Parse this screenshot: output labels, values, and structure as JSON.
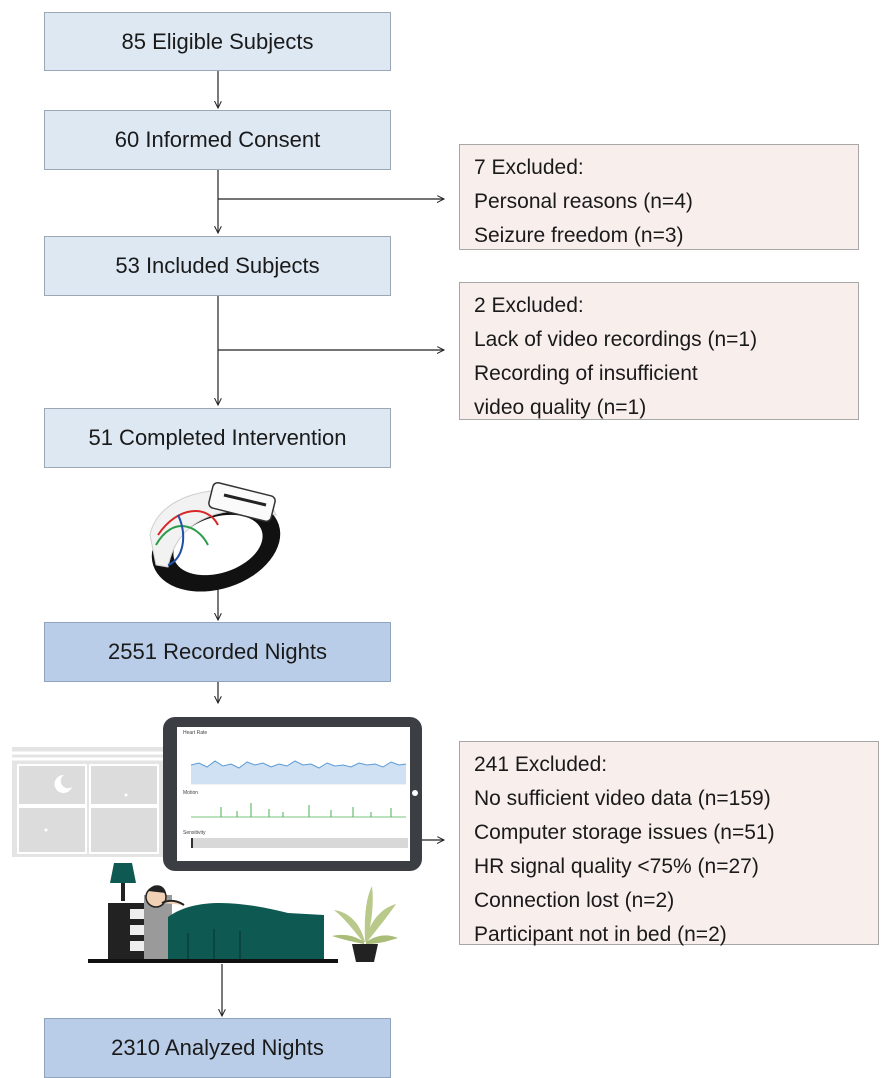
{
  "boxes": {
    "eligible": "85 Eligible Subjects",
    "consent": "60 Informed Consent",
    "included": "53 Included Subjects",
    "completed": "51 Completed Intervention",
    "recorded": "2551 Recorded Nights",
    "analyzed": "2310 Analyzed Nights"
  },
  "exclusions": {
    "first": {
      "title": "7 Excluded:",
      "lines": [
        "Personal reasons (n=4)",
        "Seizure freedom (n=3)"
      ]
    },
    "second": {
      "title": "2 Excluded:",
      "lines": [
        "Lack of video recordings (n=1)",
        "Recording of insufficient",
        "video quality (n=1)"
      ]
    },
    "third": {
      "title": "241 Excluded:",
      "lines": [
        "No sufficient video data (n=159)",
        "Computer storage issues (n=51)",
        "HR signal quality <75% (n=27)",
        "Connection lost (n=2)",
        "Participant not in bed (n=2)"
      ]
    }
  },
  "monitor_panels": {
    "heart_rate": "Heart Rate",
    "motion": "Motion",
    "sensitivity": "Sensitivity"
  },
  "colors": {
    "light_box": "#dde8f3",
    "dark_box": "#b9cde8",
    "exclusion_box": "#f8eeec",
    "heart_rate_line": "#5b9bd5",
    "motion_line": "#4caf50",
    "blanket": "#0e5a52"
  },
  "icons": [
    "wristband-sensor-icon",
    "window-icon",
    "tablet-monitor-icon",
    "sleeping-person-icon",
    "bedside-lamp-icon",
    "potted-plant-icon"
  ]
}
